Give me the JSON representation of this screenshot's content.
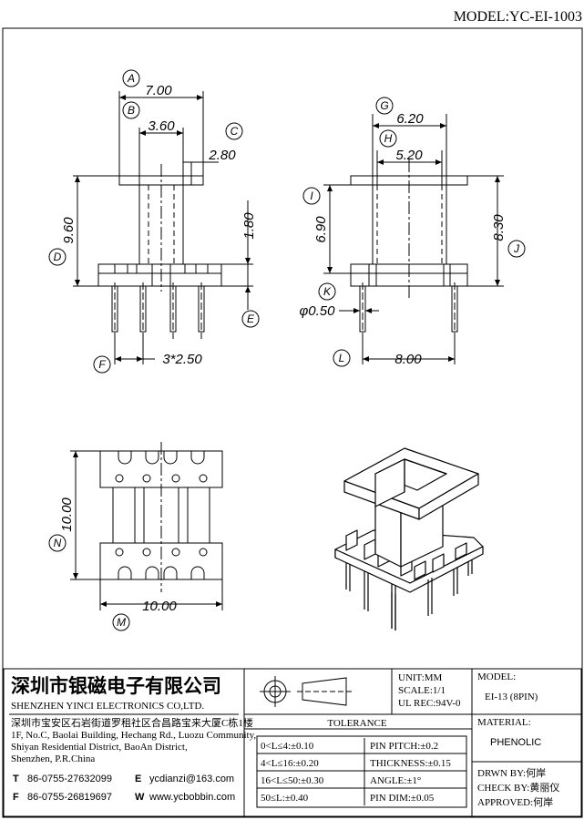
{
  "model_header": "MODEL:YC-EI-1003",
  "front_view": {
    "dim_a": "7.00",
    "dim_b": "3.60",
    "dim_c": "2.80",
    "dim_d": "9.60",
    "dim_e": "1.80",
    "dim_f": "3*2.50",
    "labels": [
      "A",
      "B",
      "C",
      "D",
      "E",
      "F"
    ]
  },
  "side_view": {
    "dim_g": "6.20",
    "dim_h": "5.20",
    "dim_i": "6.90",
    "dim_j": "8.30",
    "dim_k": "φ0.50",
    "dim_l": "8.00",
    "labels": [
      "G",
      "H",
      "I",
      "J",
      "K",
      "L"
    ]
  },
  "top_view": {
    "dim_n": "10.00",
    "dim_m": "10.00",
    "labels": [
      "N",
      "M"
    ]
  },
  "title_block": {
    "company_cn": "深圳市银磁电子有限公司",
    "company_en": "SHENZHEN YINCI ELECTRONICS CO,LTD.",
    "address_cn": "深圳市宝安区石岩街道罗租社区合昌路宝来大厦C栋1楼",
    "address_en_1": "1F, No.C, Baolai Building, Hechang Rd., Luozu Community,",
    "address_en_2": "Shiyan Residential District, BaoAn District,",
    "address_en_3": "Shenzhen, P.R.China",
    "tel_label": "T",
    "tel": "86-0755-27632099",
    "fax_label": "F",
    "fax": "86-0755-26819697",
    "email_label": "E",
    "email": "ycdianzi@163.com",
    "web_label": "W",
    "web": "www.ycbobbin.com",
    "unit": "UNIT:MM",
    "scale": "SCALE:1/1",
    "ul_rec": "UL REC:94V-0",
    "model_label": "MODEL:",
    "model_value": "EI-13 (8PIN)",
    "material_label": "MATERIAL:",
    "material_value": "PHENOLIC",
    "tolerance_title": "TOLERANCE",
    "tolerances": [
      "0<L≤4:±0.10",
      "4<L≤16:±0.20",
      "16<L≤50:±0.30",
      "50≤L:±0.40"
    ],
    "pin_specs": [
      "PIN PITCH:±0.2",
      "THICKNESS:±0.15",
      "ANGLE:±1°",
      "PIN DIM:±0.05"
    ],
    "drawn_by": "DRWN BY:何岸",
    "check_by": "CHECK BY:黄丽仪",
    "approved": "APPROVED:何岸"
  }
}
